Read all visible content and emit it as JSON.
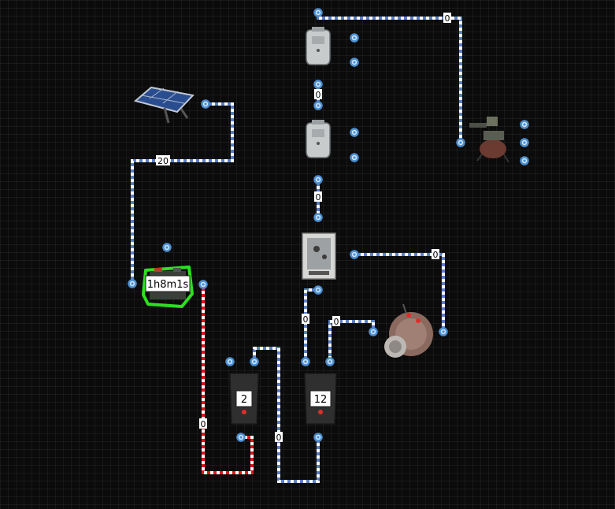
{
  "wire_labels": {
    "solar_to_battery": "20",
    "top_to_turret": "0",
    "box1_to_box2": "0",
    "box2_to_switch": "0",
    "switch_to_tesla": "0",
    "switch_to_branch_left": "0",
    "switch_to_branch_right": "0",
    "battery_to_timer": "0",
    "timer_to_counter": "0"
  },
  "devices": {
    "battery": {
      "label": "1h8m1s"
    },
    "timer": {
      "label": "2"
    },
    "counter": {
      "label": "12"
    }
  },
  "colors": {
    "wire_power": "#5b7fc7",
    "wire_active": "#e0161b",
    "dash": "#ffffff",
    "selection": "#2de01f",
    "port_fill": "#cfe6ff",
    "port_stroke": "#4d8fd1"
  }
}
